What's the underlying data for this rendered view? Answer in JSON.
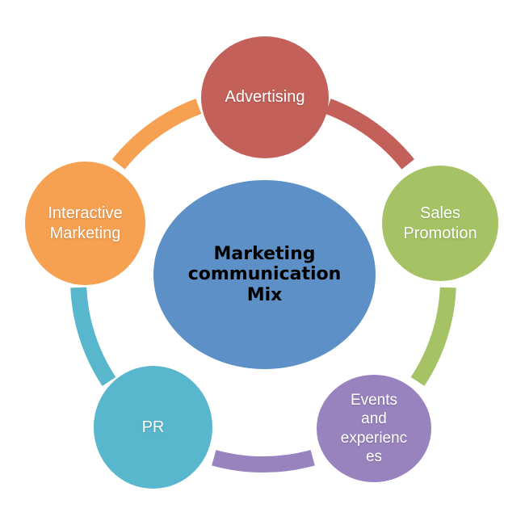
{
  "diagram": {
    "type": "cycle",
    "background": "#FFFFFF",
    "center": {
      "label": "Marketing\ncommunication\nMix",
      "color": "#5C90C6",
      "text_color": "#000000"
    },
    "nodes": [
      {
        "id": "advertising",
        "label": "Advertising",
        "color": "#C4605A",
        "text_color": "#FFFFFF"
      },
      {
        "id": "sales-promotion",
        "label": "Sales\nPromotion",
        "color": "#A5C365",
        "text_color": "#FFFFFF"
      },
      {
        "id": "events-and-experiences",
        "label": "Events\nand\nexperienc\nes",
        "color": "#9883BF",
        "text_color": "#FFFFFF"
      },
      {
        "id": "pr",
        "label": "PR",
        "color": "#58B6CD",
        "text_color": "#FFFFFF"
      },
      {
        "id": "interactive-marketing",
        "label": "Interactive\nMarketing",
        "color": "#F6A052",
        "text_color": "#FFFFFF"
      }
    ],
    "arcs": [
      {
        "from": "interactive-marketing",
        "to": "advertising",
        "color": "#F6A052"
      },
      {
        "from": "advertising",
        "to": "sales-promotion",
        "color": "#C4605A"
      },
      {
        "from": "sales-promotion",
        "to": "events-and-experiences",
        "color": "#A5C365"
      },
      {
        "from": "events-and-experiences",
        "to": "pr",
        "color": "#9883BF"
      },
      {
        "from": "pr",
        "to": "interactive-marketing",
        "color": "#58B6CD"
      }
    ]
  }
}
